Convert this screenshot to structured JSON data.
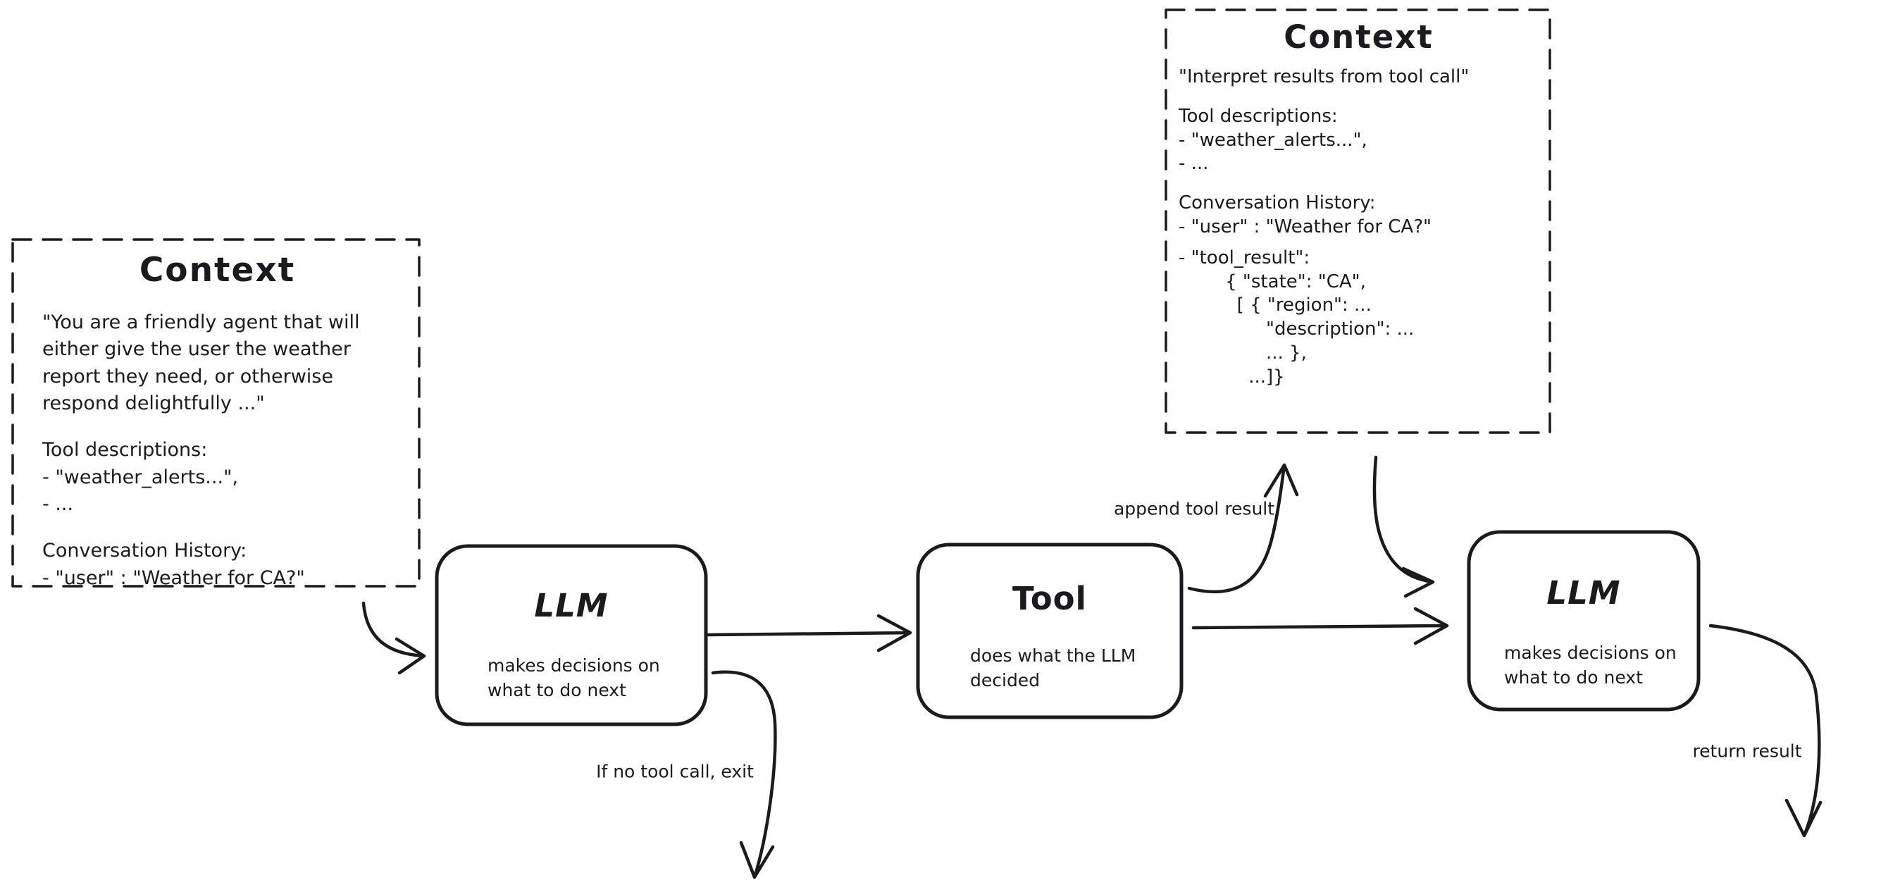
{
  "diagram": {
    "colors": {
      "ink": "#1b1b1f",
      "background": "#ffffff"
    },
    "context_left": {
      "title": "Context",
      "system_prompt": "\"You are a friendly agent that will\neither give the user the weather\nreport they need, or otherwise\nrespond delightfully ...\"",
      "tool_descriptions": "Tool descriptions:\n- \"weather_alerts...\",\n- ...",
      "conversation_history": "Conversation History:\n- \"user\" : \"Weather for CA?\""
    },
    "context_top": {
      "title": "Context",
      "instruction": "\"Interpret results from tool call\"",
      "tool_descriptions": "Tool descriptions:\n- \"weather_alerts...\",\n- ...",
      "conversation_history": "Conversation History:\n- \"user\" : \"Weather for CA?\"",
      "tool_result": "- \"tool_result\":\n        { \"state\": \"CA\",\n          [ { \"region\": ...\n               \"description\": ...\n               ... },\n            ...]}"
    },
    "llm1": {
      "title": "LLM",
      "subtitle": "makes decisions on\nwhat to do next"
    },
    "tool": {
      "title": "Tool",
      "subtitle": "does what the LLM\ndecided"
    },
    "llm2": {
      "title": "LLM",
      "subtitle": "makes decisions on\nwhat to do next"
    },
    "labels": {
      "append_tool_result": "append tool result",
      "if_no_tool_call_exit": "If no tool call, exit",
      "return_result": "return result"
    }
  }
}
